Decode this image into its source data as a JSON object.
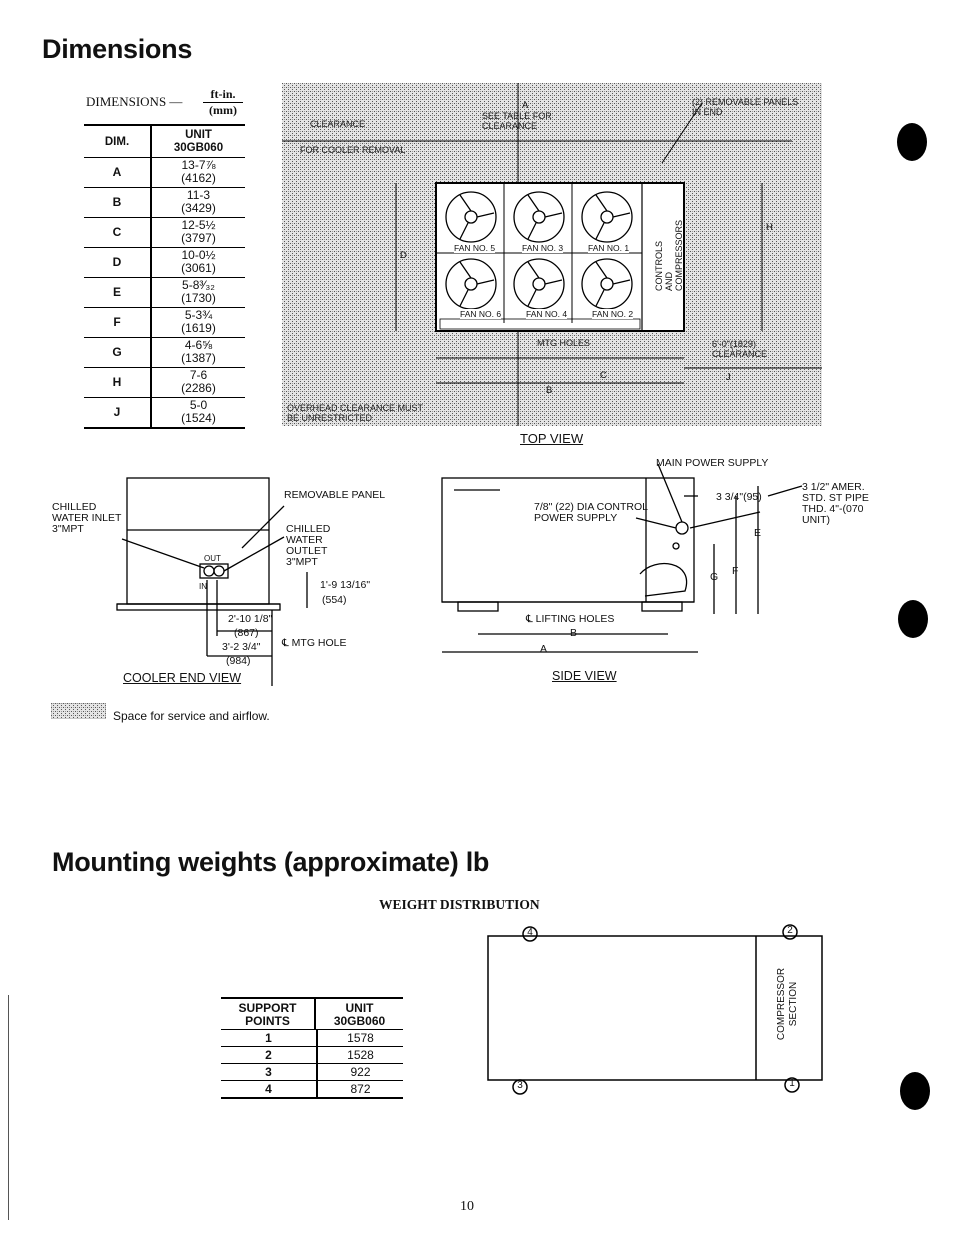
{
  "page": {
    "title": "Dimensions",
    "weights_title": "Mounting weights (approximate) lb",
    "page_number": "10"
  },
  "dimensions": {
    "label_main": "DIMENSIONS —",
    "label_unit_top": "ft-in.",
    "label_unit_bottom": "(mm)",
    "col_dim": "DIM.",
    "col_unit": "UNIT",
    "col_model": "30GB060",
    "rows": [
      {
        "dim": "A",
        "ftin": "13-7⅞",
        "mm": "(4162)"
      },
      {
        "dim": "B",
        "ftin": "11-3",
        "mm": "(3429)"
      },
      {
        "dim": "C",
        "ftin": "12-5½",
        "mm": "(3797)"
      },
      {
        "dim": "D",
        "ftin": "10-0½",
        "mm": "(3061)"
      },
      {
        "dim": "E",
        "ftin": "5-8³⁄₃₂",
        "mm": "(1730)"
      },
      {
        "dim": "F",
        "ftin": "5-3¾",
        "mm": "(1619)"
      },
      {
        "dim": "G",
        "ftin": "4-6⅝",
        "mm": "(1387)"
      },
      {
        "dim": "H",
        "ftin": "7-6",
        "mm": "(2286)"
      },
      {
        "dim": "J",
        "ftin": "5-0",
        "mm": "(1524)"
      }
    ]
  },
  "top_view": {
    "caption": "TOP VIEW",
    "notes": {
      "clearance_left": "CLEARANCE",
      "cooler_removal": "FOR COOLER REMOVAL",
      "see_table": "SEE TABLE FOR CLEARANCE",
      "removable_panels": "(2) REMOVABLE PANELS IN END",
      "mtg_holes": "MTG HOLES",
      "clearance_right": "6'-0\"(1829) CLEARANCE",
      "overhead": "OVERHEAD CLEARANCE MUST BE UNRESTRICTED",
      "controls": "CONTROLS AND COMPRESSORS"
    },
    "fans": [
      "FAN NO. 5",
      "FAN NO. 3",
      "FAN NO. 1",
      "FAN NO. 6",
      "FAN NO. 4",
      "FAN NO. 2"
    ],
    "dim_letters": {
      "a": "A",
      "b": "B",
      "c": "C",
      "d": "D",
      "h": "H",
      "j": "J"
    }
  },
  "cooler_end_view": {
    "caption": "COOLER END VIEW",
    "chilled_inlet": "CHILLED WATER INLET 3\"MPT",
    "removable_panel": "REMOVABLE PANEL",
    "chilled_outlet": "CHILLED WATER OUTLET 3\"MPT",
    "out": "OUT",
    "in": "IN",
    "dim1": "1'-9 13/16\"",
    "dim1_mm": "(554)",
    "dim2": "2'-10 1/8\"",
    "dim2_mm": "(867)",
    "dim3": "3'-2 3/4\"",
    "dim3_mm": "(984)",
    "mtg_hole": "℄ MTG HOLE"
  },
  "side_view": {
    "caption": "SIDE VIEW",
    "main_power": "MAIN POWER SUPPLY",
    "control_power": "7/8\" (22) DIA CONTROL POWER SUPPLY",
    "dim_3_3_4": "3 3/4\"(95)",
    "pipe": "3 1/2\" AMER. STD. ST PIPE THD. 4\"-(070 UNIT)",
    "lifting_holes": "℄ LIFTING HOLES",
    "a": "A",
    "b": "B",
    "e": "E",
    "f": "F",
    "g": "G"
  },
  "legend": {
    "text": "Space for service and airflow."
  },
  "weights": {
    "subtitle": "WEIGHT DISTRIBUTION",
    "col_support": "SUPPORT POINTS",
    "col_unit": "UNIT",
    "col_model": "30GB060",
    "rows": [
      {
        "point": "1",
        "weight": "1578"
      },
      {
        "point": "2",
        "weight": "1528"
      },
      {
        "point": "3",
        "weight": "922"
      },
      {
        "point": "4",
        "weight": "872"
      }
    ],
    "diagram": {
      "p1": "1",
      "p2": "2",
      "p3": "3",
      "p4": "4",
      "section": "COMPRESSOR SECTION"
    }
  }
}
